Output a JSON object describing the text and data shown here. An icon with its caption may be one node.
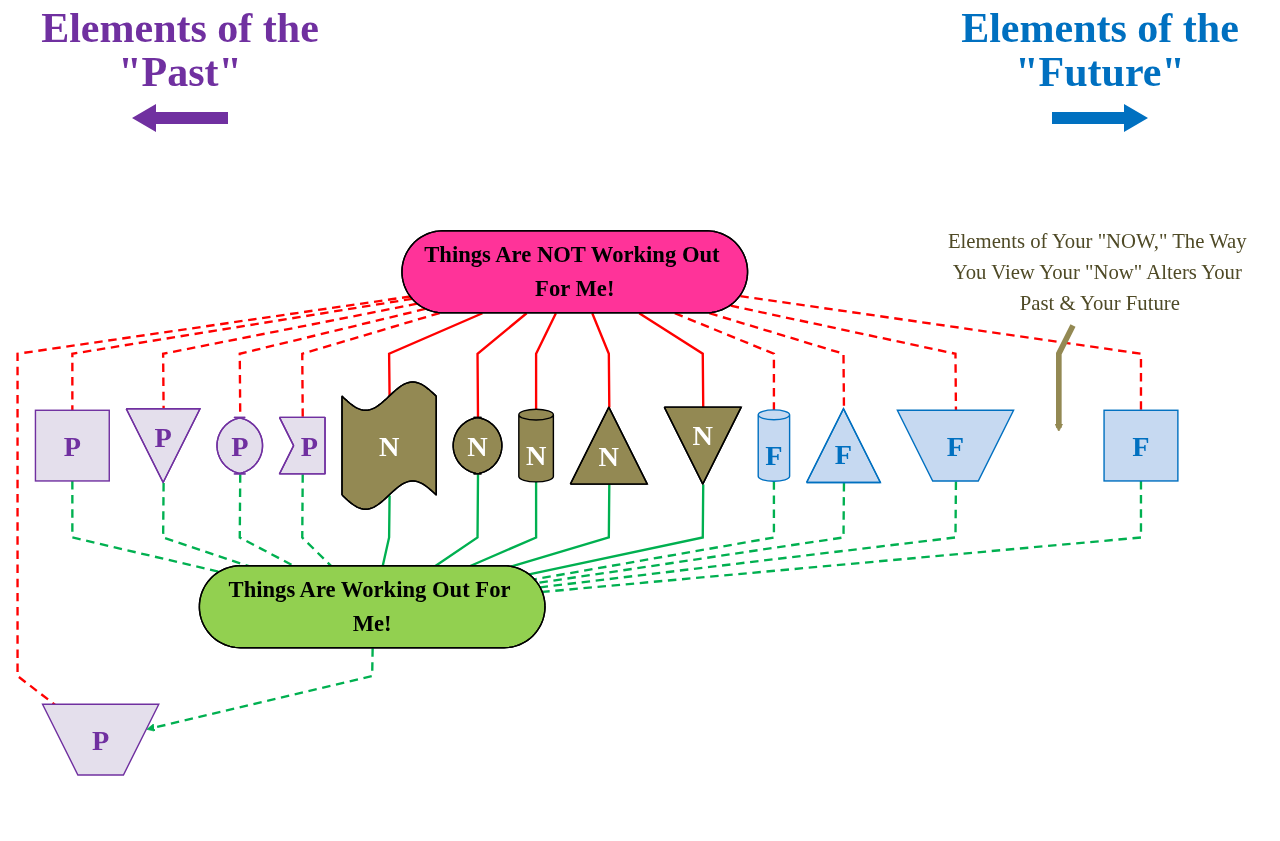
{
  "diagram": {
    "nodes": [
      {
        "text": [
          "Things Are NOT Working Out For Me!"
        ]
      },
      {
        "text": [
          "P"
        ]
      },
      {
        "text": [
          "P"
        ]
      },
      {
        "text": [
          "P"
        ]
      },
      {
        "text": [
          "P"
        ]
      },
      {
        "text": [
          "P"
        ]
      },
      {
        "text": [
          "N"
        ]
      },
      {
        "text": [
          "N"
        ]
      },
      {
        "text": [
          "N"
        ]
      },
      {
        "text": [
          "N"
        ]
      },
      {
        "text": [
          "N"
        ]
      },
      {
        "text": [
          "F"
        ]
      },
      {
        "text": [
          "F"
        ]
      },
      {
        "text": [
          "F"
        ]
      },
      {
        "text": [
          "F"
        ]
      },
      {
        "text": [
          "Things Are Working Out For Me!"
        ]
      },
      {
        "text": [
          "Elements of Your \"NOW,\" The Way You View Your \"Now\" Alters Your Past & Your Future"
        ]
      }
    ],
    "edges": [
      {
        "from": 0,
        "to": 1,
        "arrow": "none",
        "style": "dashed",
        "color": "#ff0000"
      },
      {
        "from": 0,
        "to": 2,
        "arrow": "none",
        "style": "dashed",
        "color": "#ff0000"
      },
      {
        "from": 0,
        "to": 3,
        "arrow": "none",
        "style": "dashed",
        "color": "#ff0000"
      },
      {
        "from": 0,
        "to": 4,
        "arrow": "none",
        "style": "dashed",
        "color": "#ff0000"
      },
      {
        "from": 0,
        "to": 5,
        "arrow": "none",
        "style": "dashed",
        "color": "#ff0000"
      },
      {
        "from": 1,
        "to": 15,
        "arrow": "none",
        "style": "dashed",
        "color": "#00b050"
      },
      {
        "from": 2,
        "to": 15,
        "arrow": "none",
        "style": "dashed",
        "color": "#00b050"
      },
      {
        "from": 3,
        "to": 15,
        "arrow": "none",
        "style": "dashed",
        "color": "#00b050"
      },
      {
        "from": 15,
        "to": 4,
        "arrow": "to",
        "style": "dashed",
        "color": "#00b050"
      },
      {
        "from": 5,
        "to": 15,
        "arrow": "none",
        "style": "dashed",
        "color": "#00b050"
      },
      {
        "from": 0,
        "to": 6,
        "arrow": "none",
        "color": "#ff0000"
      },
      {
        "from": 0,
        "to": 7,
        "arrow": "none",
        "color": "#ff0000"
      },
      {
        "from": 0,
        "to": 8,
        "arrow": "none",
        "color": "#ff0000"
      },
      {
        "from": 0,
        "to": 9,
        "arrow": "none",
        "color": "#ff0000"
      },
      {
        "from": 0,
        "to": 10,
        "arrow": "none",
        "color": "#ff0000"
      },
      {
        "from": 6,
        "to": 15,
        "arrow": "none",
        "color": "#00b050"
      },
      {
        "from": 7,
        "to": 15,
        "arrow": "none",
        "color": "#00b050"
      },
      {
        "from": 8,
        "to": 15,
        "arrow": "none",
        "color": "#00b050"
      },
      {
        "from": 9,
        "to": 15,
        "arrow": "none",
        "color": "#00b050"
      },
      {
        "from": 10,
        "to": 15,
        "arrow": "none",
        "color": "#00b050"
      },
      {
        "from": 0,
        "to": 11,
        "arrow": "none",
        "style": "dashed",
        "color": "#ff0000"
      },
      {
        "from": 0,
        "to": 12,
        "arrow": "none",
        "style": "dashed",
        "color": "#ff0000"
      },
      {
        "from": 0,
        "to": 13,
        "arrow": "none",
        "style": "dashed",
        "color": "#ff0000"
      },
      {
        "from": 0,
        "to": 14,
        "arrow": "none",
        "style": "dashed",
        "color": "#ff0000"
      },
      {
        "from": 11,
        "to": 15,
        "arrow": "none",
        "style": "dashed",
        "color": "#00b050"
      },
      {
        "from": 12,
        "to": 15,
        "arrow": "none",
        "style": "dashed",
        "color": "#00b050"
      },
      {
        "from": 13,
        "to": 15,
        "arrow": "none",
        "style": "dashed",
        "color": "#00b050"
      },
      {
        "from": 14,
        "to": 15,
        "arrow": "none",
        "style": "dashed",
        "color": "#00b050"
      },
      {
        "from": 16,
        "to": null,
        "arrow": "to",
        "style": "thick",
        "color": "#938953"
      }
    ],
    "labels": [
      "Elements of the \"Past\"",
      "Elements of the \"Future\""
    ]
  }
}
